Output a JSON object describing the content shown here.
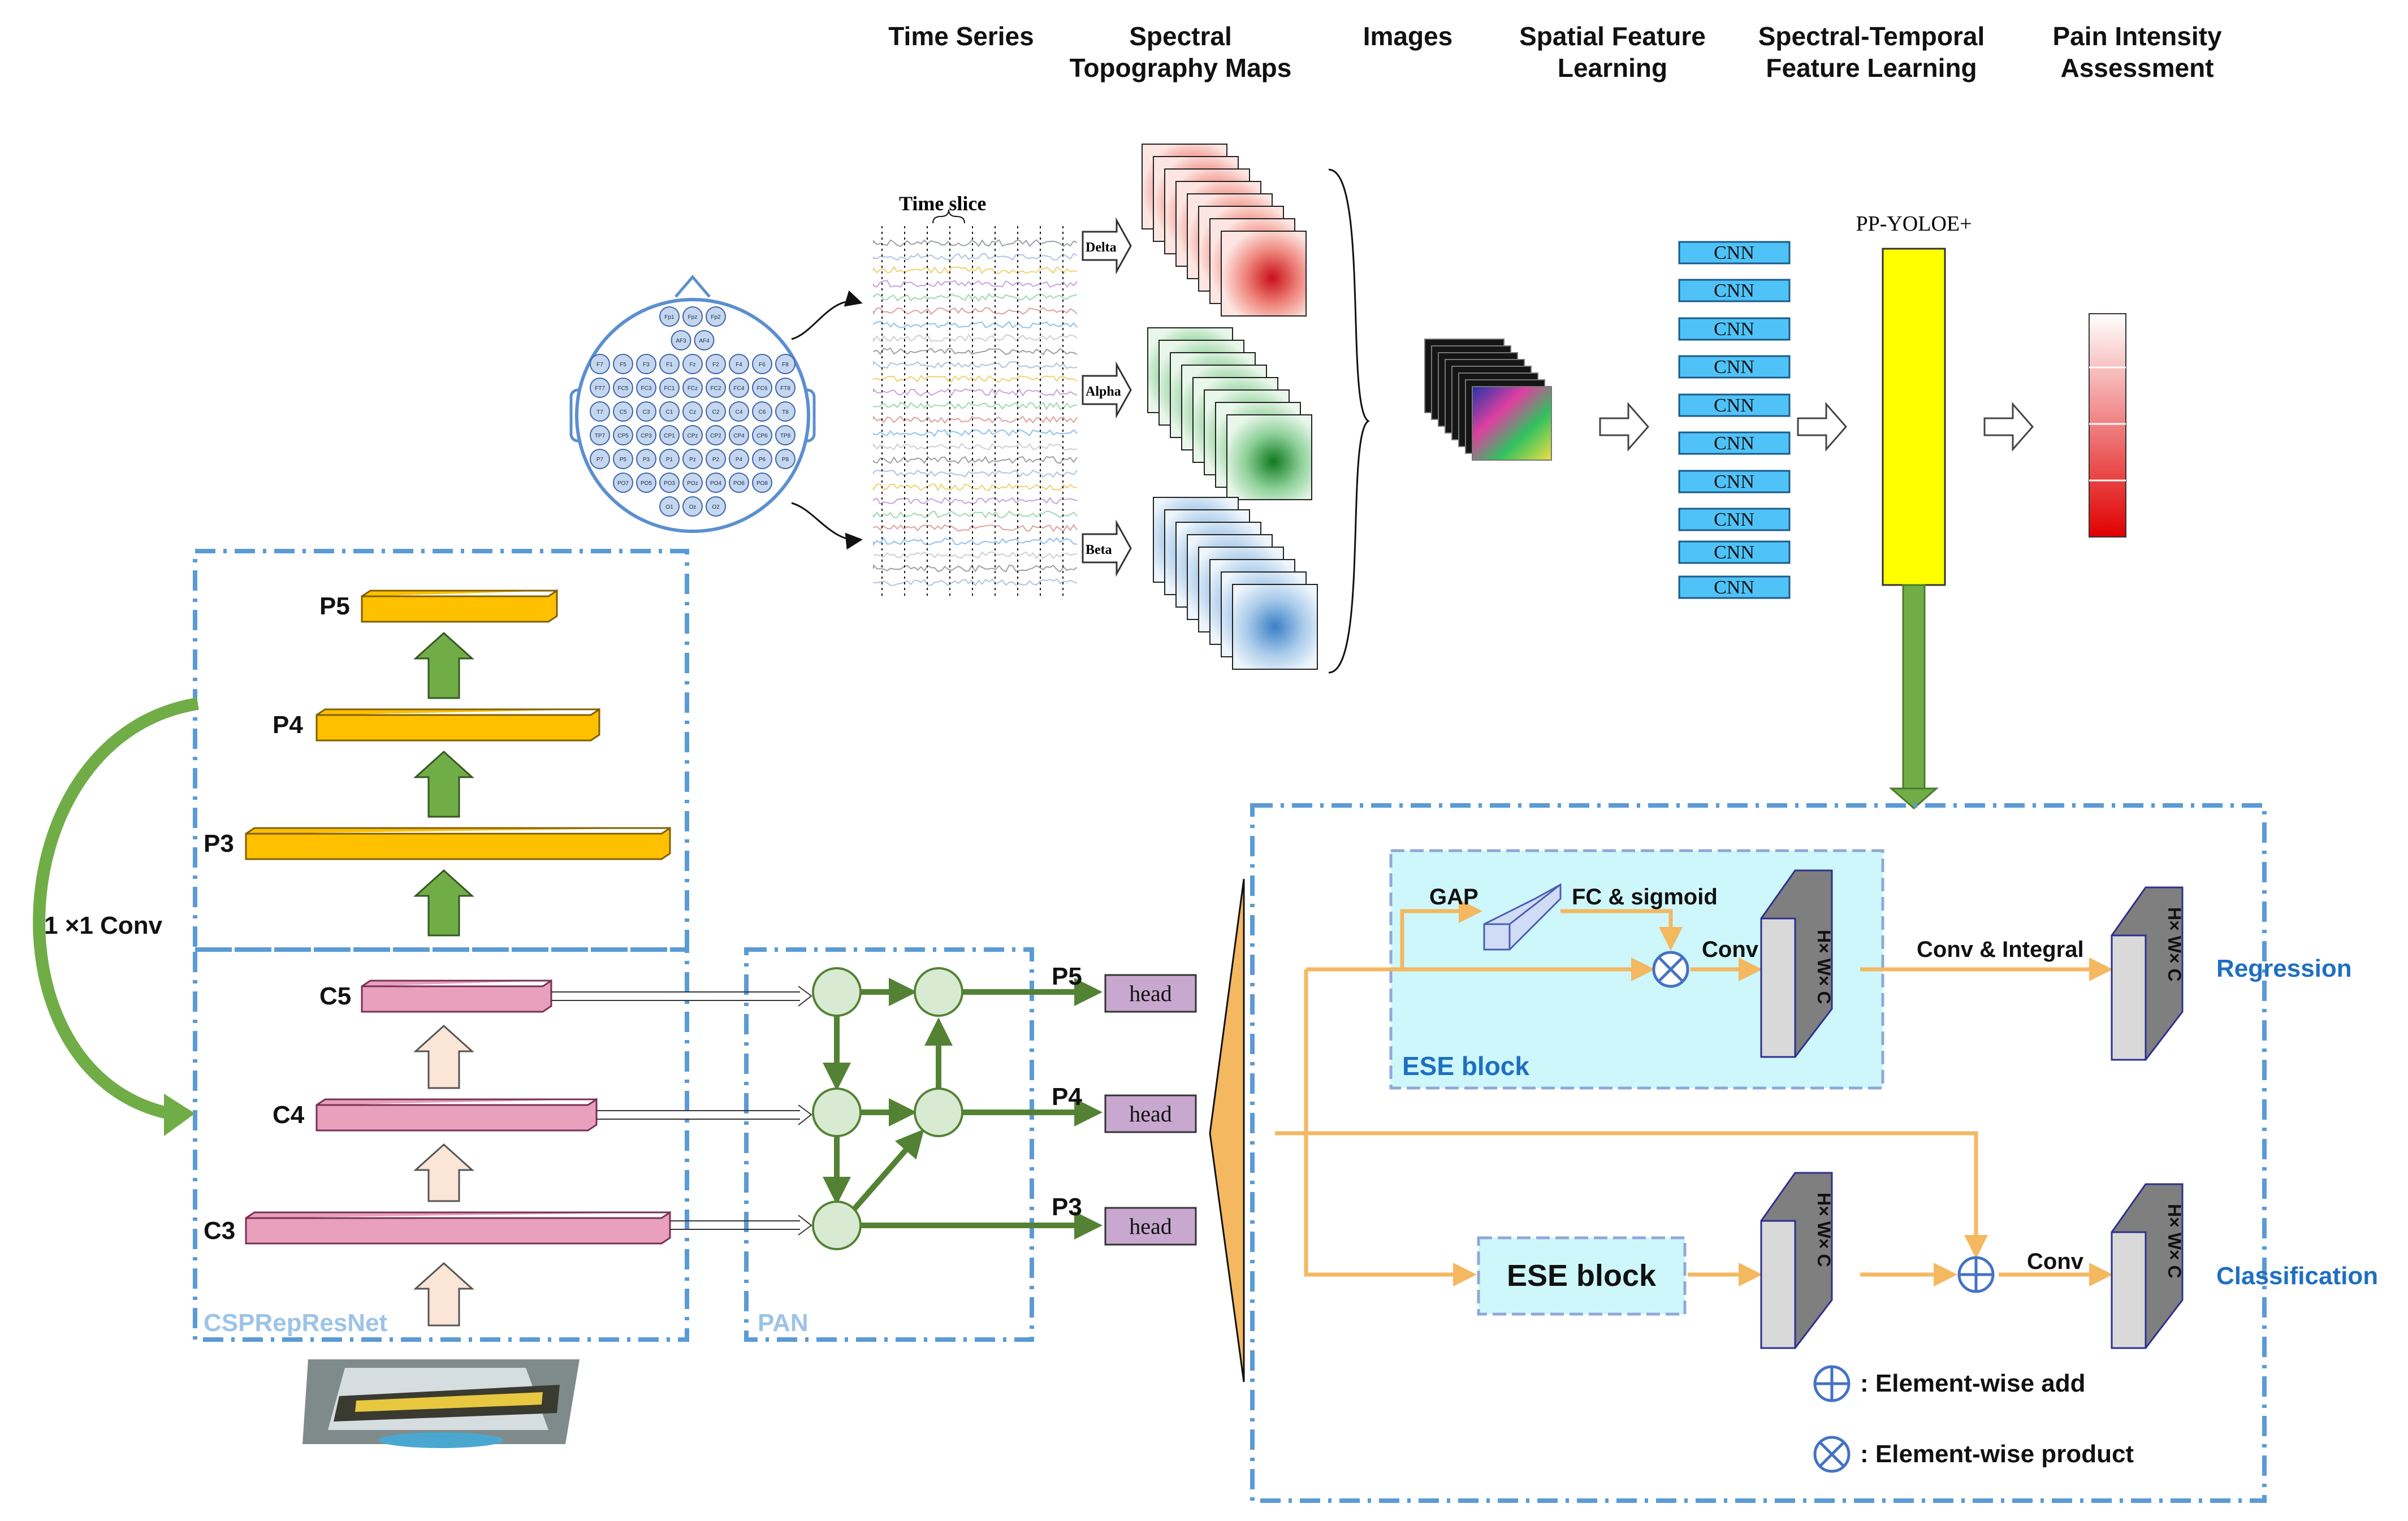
{
  "headers": {
    "time_series": "Time Series",
    "spectral_l1": "Spectral",
    "spectral_l2": "Topography Maps",
    "images": "Images",
    "spatial_l1": "Spatial Feature",
    "spatial_l2": "Learning",
    "spectemp_l1": "Spectral-Temporal",
    "spectemp_l2": "Feature Learning",
    "pain_l1": "Pain Intensity",
    "pain_l2": "Assessment"
  },
  "eeg": {
    "time_slice": "Time slice",
    "bands": [
      "Delta",
      "Alpha",
      "Beta"
    ],
    "electrodes": [
      "Fp1",
      "Fpz",
      "Fp2",
      "AF3",
      "AF4",
      "F7",
      "F5",
      "F3",
      "F1",
      "Fz",
      "F2",
      "F4",
      "F6",
      "F8",
      "FT7",
      "FC5",
      "FC3",
      "FC1",
      "FCz",
      "FC2",
      "FC4",
      "FC6",
      "FT8",
      "T7",
      "C5",
      "C3",
      "C1",
      "Cz",
      "C2",
      "C4",
      "C6",
      "T8",
      "TP7",
      "CP5",
      "CP3",
      "CP1",
      "CPz",
      "CP2",
      "CP4",
      "CP6",
      "TP8",
      "P7",
      "P5",
      "P3",
      "P1",
      "Pz",
      "P2",
      "P4",
      "P6",
      "P8",
      "PO7",
      "PO5",
      "PO3",
      "POz",
      "PO4",
      "PO6",
      "PO8",
      "O1",
      "Oz",
      "O2"
    ]
  },
  "cnn": {
    "label": "CNN",
    "count": 10
  },
  "ppyoloe": {
    "label": "PP-YOLOE+"
  },
  "backbone": {
    "name": "CSPRepResNet",
    "conv_label": "1 ×1 Conv",
    "p_labels": [
      "P5",
      "P4",
      "P3"
    ],
    "c_labels": [
      "C5",
      "C4",
      "C3"
    ]
  },
  "pan": {
    "name": "PAN",
    "p_labels": [
      "P5",
      "P4",
      "P3"
    ],
    "head_label": "head"
  },
  "head": {
    "gap": "GAP",
    "fc_sigmoid": "FC & sigmoid",
    "conv": "Conv",
    "conv_integral": "Conv & Integral",
    "ese_block": "ESE block",
    "dims": "H× W× C",
    "regression": "Regression",
    "classification": "Classification",
    "legend_add": ": Element-wise add",
    "legend_product": ": Element-wise product"
  },
  "colors": {
    "frame_dash": "#5b9bd5",
    "yellow_bar": "#ffff00",
    "green_arrow": "#70ad47",
    "p_bar": "#ffc000",
    "c_bar": "#e8a0bc",
    "orange_line": "#f4b860",
    "ese_fill": "#cdf7fb",
    "blue_text": "#1f6fc0",
    "node": "#d9ead3",
    "head_box": "#c9a8cf",
    "cnn_box": "#4fc3f7"
  }
}
